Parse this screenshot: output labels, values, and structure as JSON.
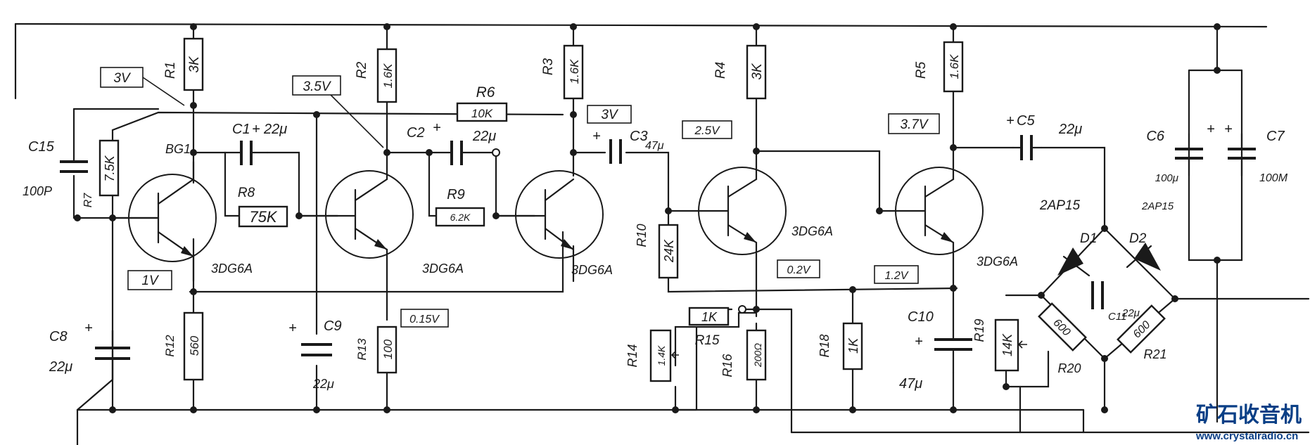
{
  "schematic": {
    "resistors": {
      "r1": {
        "ref": "R1",
        "value": "3K"
      },
      "r2": {
        "ref": "R2",
        "value": "1.6K"
      },
      "r3": {
        "ref": "R3",
        "value": "1.6K"
      },
      "r4": {
        "ref": "R4",
        "value": "3K"
      },
      "r5": {
        "ref": "R5",
        "value": "1.6K"
      },
      "r6": {
        "ref": "R6",
        "value": "10K"
      },
      "r7": {
        "ref": "R7",
        "value": "7.5K"
      },
      "r8": {
        "ref": "R8",
        "value": "75K"
      },
      "r9": {
        "ref": "R9",
        "value": "6.2K"
      },
      "r10": {
        "ref": "R10",
        "value": "24K"
      },
      "r12": {
        "ref": "R12",
        "value": "560"
      },
      "r13": {
        "ref": "R13",
        "value": "100"
      },
      "r14": {
        "ref": "R14",
        "value": "1.4K"
      },
      "r15": {
        "ref": "R15",
        "value": "1K"
      },
      "r16": {
        "ref": "R16",
        "value": "200Ω"
      },
      "r18": {
        "ref": "R18",
        "value": "1K"
      },
      "r19": {
        "ref": "R19",
        "value": "14K"
      },
      "r20": {
        "ref": "R20",
        "value": "600"
      },
      "r21": {
        "ref": "R21",
        "value": "600"
      }
    },
    "capacitors": {
      "c1": {
        "ref": "C1",
        "value": "22μ"
      },
      "c2": {
        "ref": "C2",
        "value": "22μ"
      },
      "c3": {
        "ref": "C3",
        "value": "47μ"
      },
      "c5": {
        "ref": "C5",
        "value": "22μ"
      },
      "c6": {
        "ref": "C6",
        "value": "100μ"
      },
      "c7": {
        "ref": "C7",
        "value": "100M"
      },
      "c8": {
        "ref": "C8",
        "value": "22μ"
      },
      "c9": {
        "ref": "C9",
        "value": "22μ"
      },
      "c10": {
        "ref": "C10",
        "value": "47μ"
      },
      "c11": {
        "ref": "C11",
        "value": "22μ"
      },
      "c15": {
        "ref": "C15",
        "value": "100P"
      }
    },
    "transistors": {
      "bg1": "BG1",
      "t1_type": "3DG6A",
      "t2_type": "3DG6A",
      "t3_type": "3DG6A",
      "t4_type": "3DG6A",
      "t5_type": "3DG6A"
    },
    "diodes": {
      "d1": "D1",
      "d2": "D2",
      "type_a": "2AP15",
      "type_b": "2AP15"
    },
    "voltages": {
      "v_bg1_c": "3V",
      "v_bg1_e": "1V",
      "v_t2_c": "3.5V",
      "v_t2_e": "0.15V",
      "v_t3_c": "3V",
      "v_t4_c": "2.5V",
      "v_t4_e": "0.2V",
      "v_t5_c": "3.7V",
      "v_t5_e": "1.2V"
    },
    "plus_sign": "+",
    "watermark": {
      "cn": "矿石收音机",
      "url": "www.crystalradio.cn"
    }
  }
}
